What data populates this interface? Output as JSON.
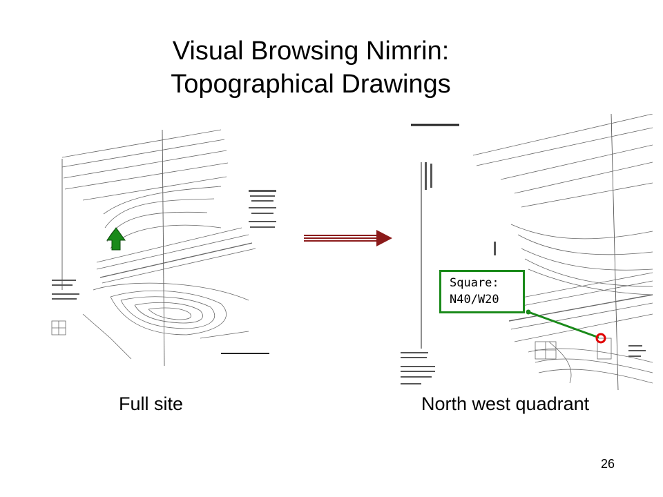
{
  "slide": {
    "title_line1": "Visual Browsing Nimrin:",
    "title_line2": "Topographical Drawings",
    "caption_left": "Full site",
    "caption_right": "North west quadrant",
    "callout_line1": "Square:",
    "callout_line2": "N40/W20",
    "page_number": "26"
  },
  "colors": {
    "arrow_green": "#1a8a1a",
    "arrow_dark_red": "#8b1a1a",
    "marker_red": "#e00000",
    "callout_border": "#1a8a1a"
  }
}
